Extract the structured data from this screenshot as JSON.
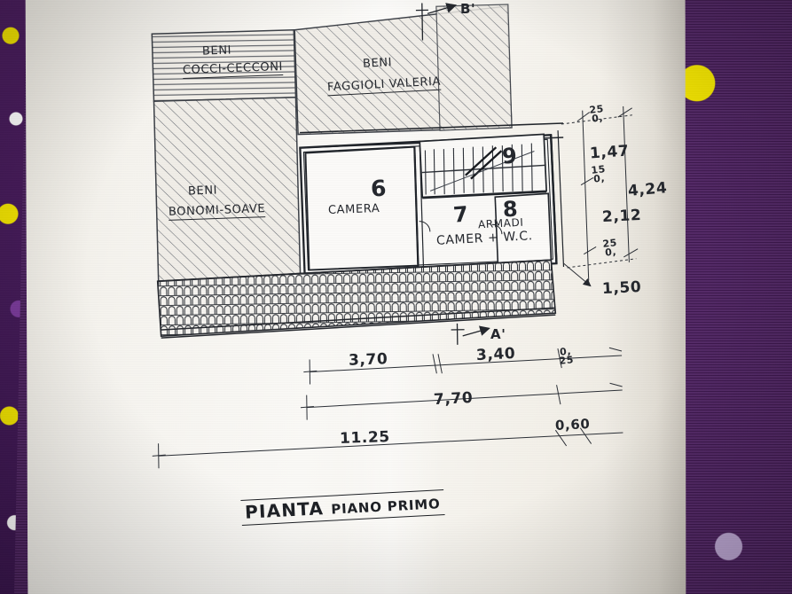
{
  "document": {
    "title": "PIANTA PIANO PRIMO",
    "title_main": "PIANTA",
    "title_sub": "PIANO PRIMO",
    "type": "hand-drawn architectural floor plan (photographed sheet)"
  },
  "ownership_labels": [
    {
      "line1": "BENI",
      "line2": "COCCI-CECCONI",
      "hatch": "horizontal"
    },
    {
      "line1": "BENI",
      "line2": "BONOMI-SOAVE",
      "hatch": "diagonal"
    },
    {
      "line1": "BENI",
      "line2": "FAGGIOLI VALERIA",
      "hatch": "diagonal"
    }
  ],
  "rooms": [
    {
      "number": "6",
      "name": "CAMERA"
    },
    {
      "number": "7",
      "name": "CAMER + W.C."
    },
    {
      "number": "8",
      "name": "ARMADI"
    },
    {
      "number": "9",
      "name": ""
    }
  ],
  "section_markers": [
    {
      "label": "B'",
      "position": "top"
    },
    {
      "label": "A'",
      "position": "bottom"
    }
  ],
  "dimensions": {
    "vertical_right": [
      {
        "value": "0,25",
        "num": "25",
        "den": "0,"
      },
      {
        "value": "1,47"
      },
      {
        "value": "0,15",
        "num": "15",
        "den": "0,"
      },
      {
        "value": "2,12"
      },
      {
        "value": "0,25",
        "num": "25",
        "den": "0,"
      },
      {
        "value": "1,50"
      }
    ],
    "vertical_overall": "4,24",
    "horizontal_upper": [
      {
        "value": "3,70"
      },
      {
        "value": "3,40"
      },
      {
        "value": "0,25",
        "num": "25",
        "den": "0,"
      }
    ],
    "horizontal_middle": [
      {
        "value": "7,70"
      },
      {
        "value": "0,60",
        "num": "60",
        "den": "0,"
      }
    ],
    "horizontal_overall": "11.25"
  },
  "colors": {
    "ink": "#23262c",
    "paper": "#f6f4ef",
    "fabric_purple": "#4a1d5e",
    "fabric_yellow": "#f2e300",
    "fabric_white": "#ffffff"
  }
}
